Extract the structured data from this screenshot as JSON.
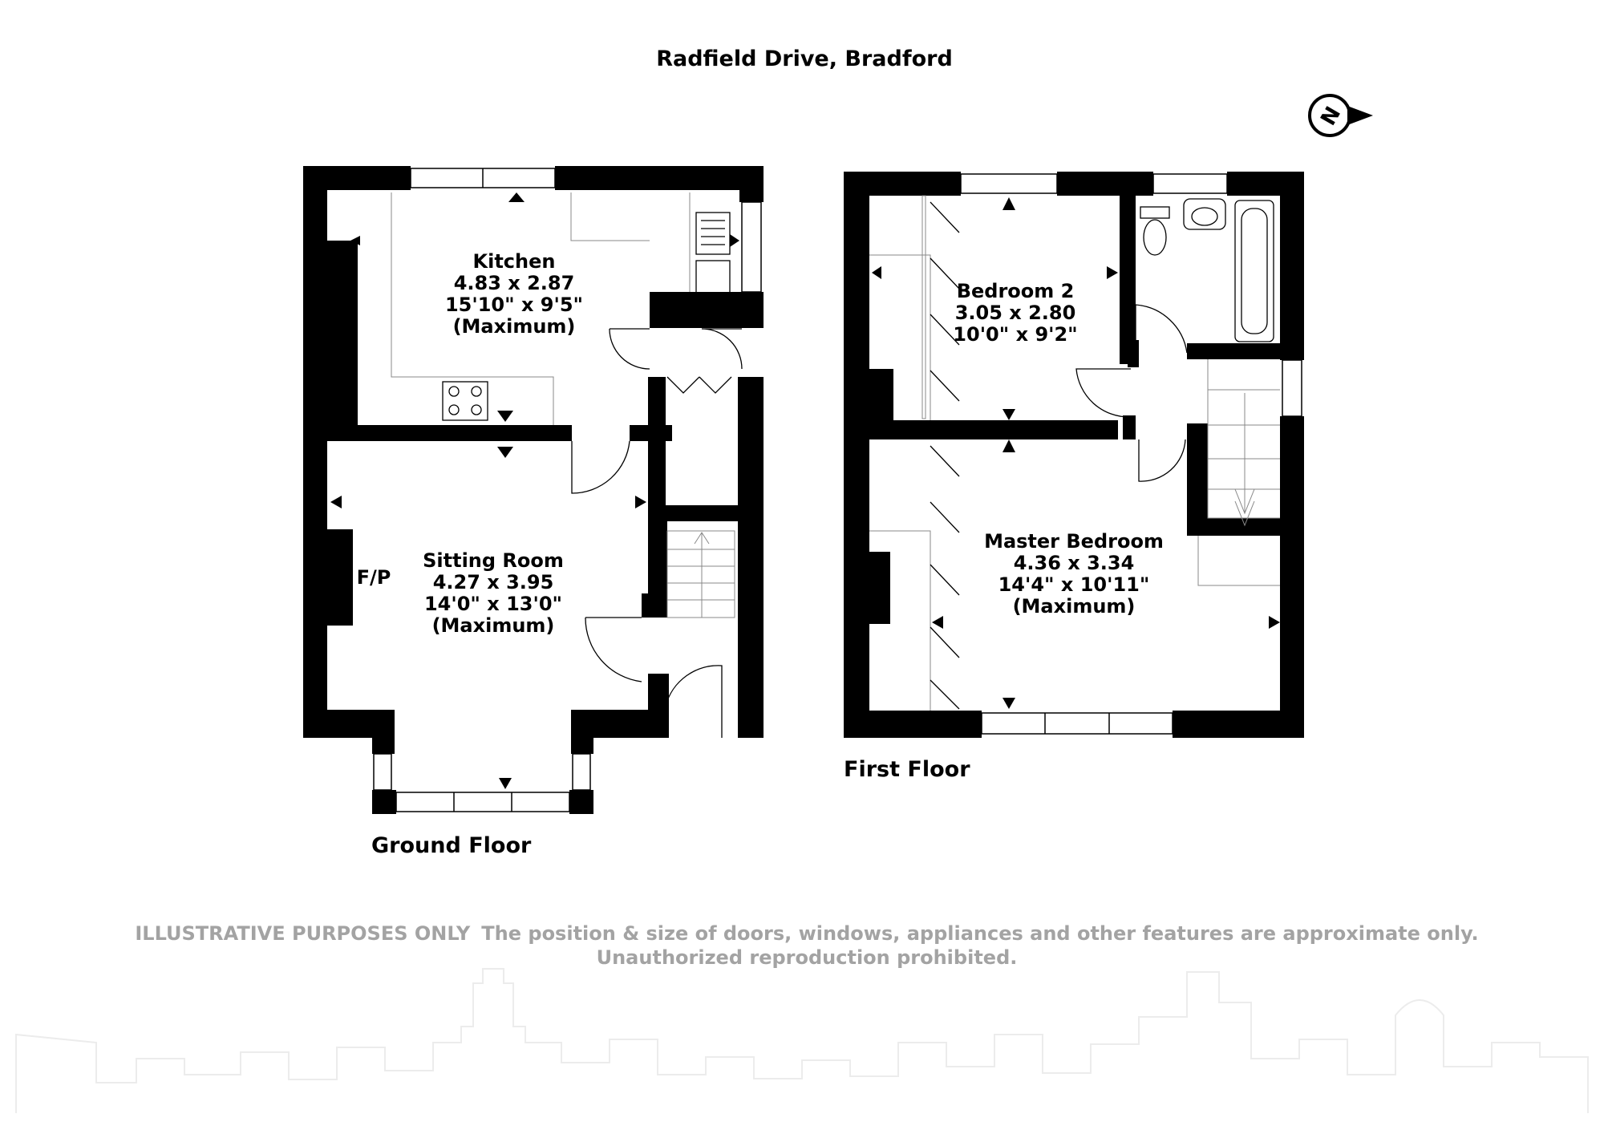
{
  "title": "Radfield Drive, Bradford",
  "compass_letter": "N",
  "floors": {
    "ground": "Ground Floor",
    "first": "First Floor"
  },
  "rooms": {
    "kitchen": {
      "name": "Kitchen",
      "metric": "4.83 x 2.87",
      "imperial": "15'10\" x 9'5\"",
      "note": "(Maximum)"
    },
    "sitting": {
      "name": "Sitting Room",
      "metric": "4.27 x 3.95",
      "imperial": "14'0\" x 13'0\"",
      "note": "(Maximum)"
    },
    "fireplace": "F/P",
    "bedroom2": {
      "name": "Bedroom 2",
      "metric": "3.05 x 2.80",
      "imperial": "10'0\" x 9'2\""
    },
    "master": {
      "name": "Master Bedroom",
      "metric": "4.36 x 3.34",
      "imperial": "14'4\" x 10'11\"",
      "note": "(Maximum)"
    }
  },
  "disclaimer": {
    "lead": "ILLUSTRATIVE PURPOSES ONLY",
    "text": "The position & size of doors, windows, appliances and other features are approximate only.",
    "line2": "Unauthorized reproduction prohibited."
  },
  "colors": {
    "walls": "#000000",
    "disclaimer": "#a3a3a3",
    "skyline": "#ececec"
  }
}
